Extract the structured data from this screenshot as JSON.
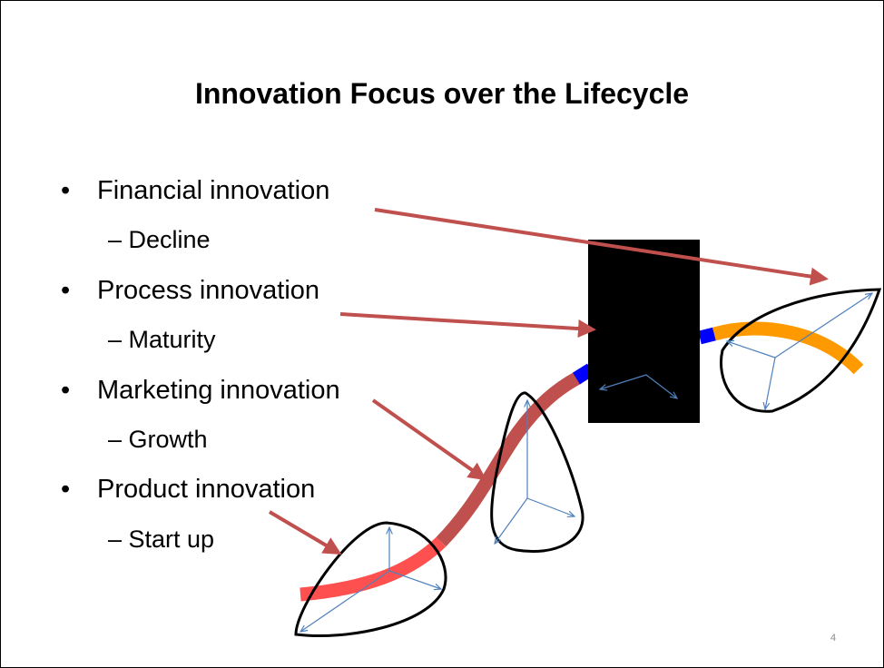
{
  "slide": {
    "title": "Innovation Focus over the Lifecycle",
    "page_number": "4",
    "bullets": [
      {
        "bullet": "•",
        "label": "Financial innovation",
        "sub": "– Decline"
      },
      {
        "bullet": "•",
        "label": "Process innovation",
        "sub": "– Maturity"
      },
      {
        "bullet": "•",
        "label": "Marketing innovation",
        "sub": "– Growth"
      },
      {
        "bullet": "•",
        "label": "Product innovation",
        "sub": "– Start up"
      }
    ]
  },
  "colors": {
    "arrow": "#c0504d",
    "startup_curve": "#ff5050",
    "growth_curve": "#c0504d",
    "maturity_segment": "#0000ff",
    "decline_curve": "#ff9900",
    "blob_outline": "#000000",
    "inner_arrows": "#4f81bd",
    "occluding_box": "#000000"
  }
}
